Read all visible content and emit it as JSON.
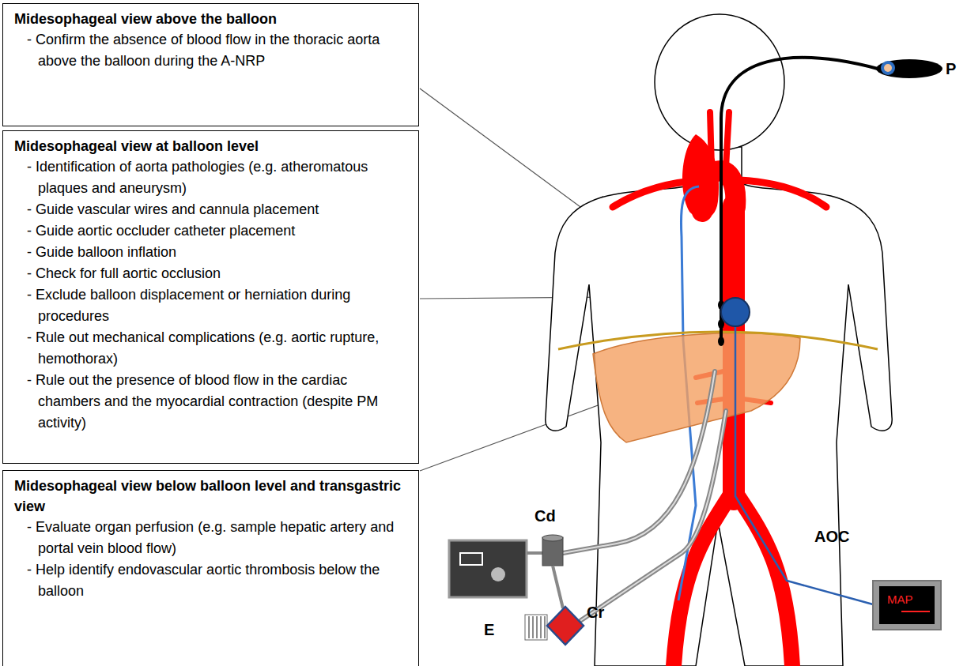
{
  "diagram": {
    "nodes": [
      {
        "text": [
          "Midesophageal view above the balloon",
          "- Confirm the absence of blood flow in the thoracic aorta above the balloon during the A-NRP"
        ]
      },
      {
        "text": [
          "Midesophageal view at balloon level",
          "- Identification of aorta pathologies (e.g. atheromatous plaques and aneurysm)",
          "- Guide vascular wires and cannula placement",
          "- Guide aortic occluder catheter placement",
          "- Guide balloon inflation",
          "- Check for full aortic occlusion",
          "- Exclude balloon displacement or herniation during procedures",
          "- Rule out mechanical complications (e.g. aortic rupture, hemothorax)",
          "- Rule out the presence of blood flow in the cardiac chambers and the myocardial contraction (despite PM activity)"
        ]
      },
      {
        "text": [
          "Midesophageal view below balloon level and transgastric view",
          "- Evaluate organ perfusion (e.g. sample hepatic artery and portal vein blood flow)",
          "- Help identify endovascular aortic thrombosis below the balloon"
        ]
      }
    ],
    "labels": [
      "P",
      "Cd",
      "Cr",
      "E",
      "AOC",
      "MAP"
    ]
  }
}
